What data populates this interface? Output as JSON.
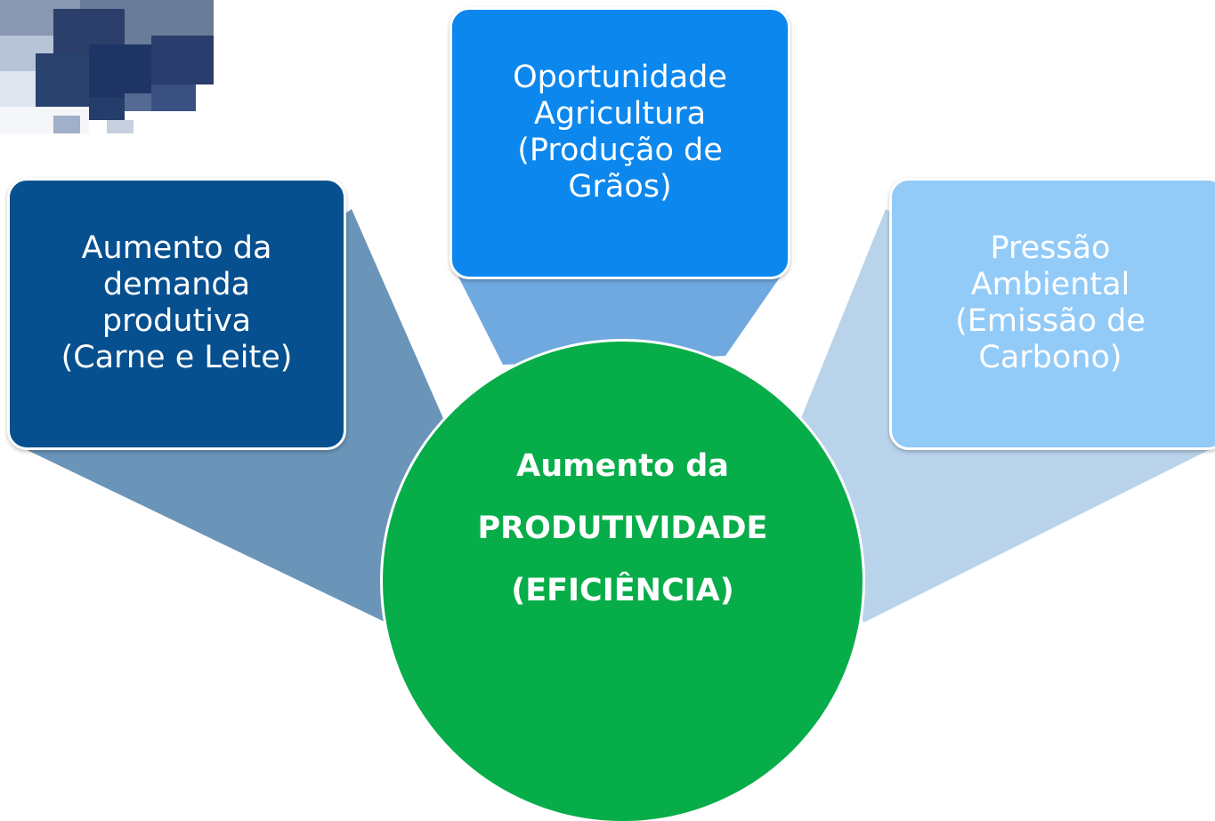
{
  "center": {
    "lines": [
      "Aumento da",
      "PRODUTIVIDADE",
      "(EFICIÊNCIA)"
    ],
    "color": "#07ad49"
  },
  "boxes": {
    "left": {
      "lines": [
        "Aumento da",
        "demanda",
        "produtiva",
        "(Carne e Leite)"
      ],
      "color": "#07508f"
    },
    "top": {
      "lines": [
        "Oportunidade",
        "Agricultura",
        "(Produção de",
        "Grãos)"
      ],
      "color": "#0c87ee"
    },
    "right": {
      "lines": [
        "Pressão",
        "Ambiental",
        "(Emissão de",
        "Carbono)"
      ],
      "color": "#93cbf8"
    }
  },
  "corner_image": {
    "icon": "pixelated-photo-icon"
  }
}
